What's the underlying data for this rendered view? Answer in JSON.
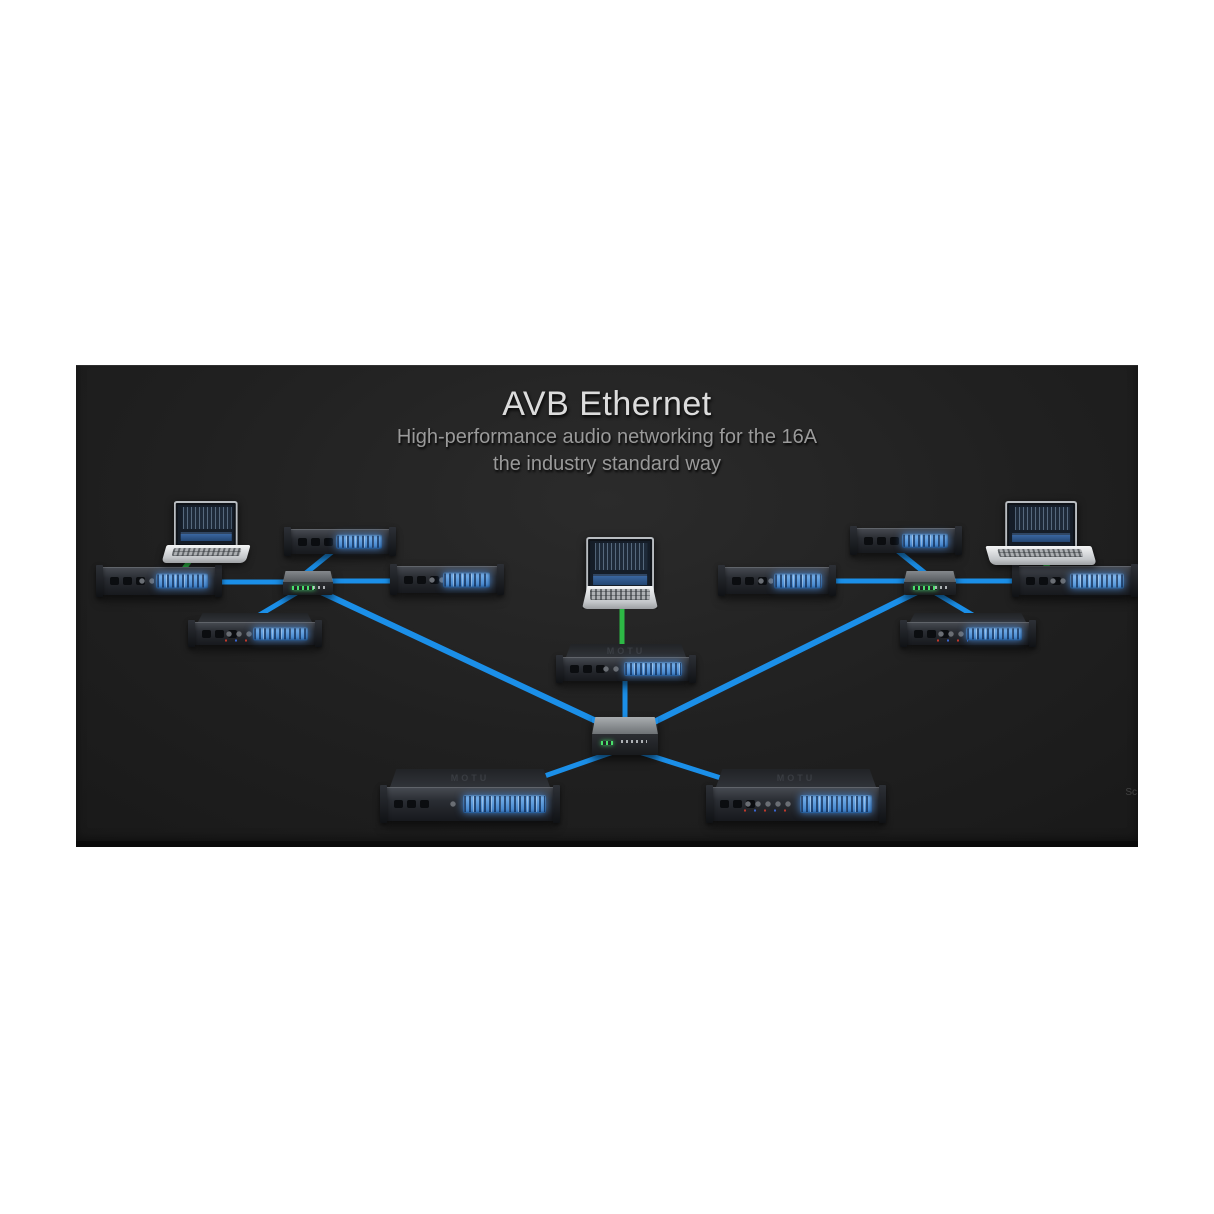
{
  "banner": {
    "title": "AVB Ethernet",
    "subtitle_line1": "High-performance audio networking for the 16A",
    "subtitle_line2": "the industry standard way",
    "watermark_fragment": "Sc",
    "background": "#1d1d1d"
  },
  "brand_embossed": "MOTU",
  "colors": {
    "avb_cable_blue": "#1b8fe8",
    "ethernet_cable_green": "#2db845",
    "lcd_blue": "#4f93d9",
    "switch_led_green": "#49e06a",
    "title_text": "#dcdcdc",
    "subtitle_text": "#9a9a9a"
  },
  "diagram": {
    "type": "network-topology",
    "description": "Star AVB Ethernet audio network: three AVB switches (left, right, central) linking MOTU rack audio interfaces and laptops running audio software",
    "nodes": [
      {
        "id": "laptop-left",
        "type": "laptop",
        "detail": "running audio mixer software"
      },
      {
        "id": "interface-left-main",
        "type": "audio-interface",
        "detail": "1U rack with blue LCD meters"
      },
      {
        "id": "interface-left-top",
        "type": "audio-interface",
        "detail": "1U rack with blue LCD meters"
      },
      {
        "id": "interface-left-right",
        "type": "audio-interface",
        "detail": "1U rack with blue LCD meters"
      },
      {
        "id": "interface-left-bottom",
        "type": "audio-interface",
        "detail": "1U rack with knobs and blue LCD meters"
      },
      {
        "id": "switch-left",
        "type": "avb-switch",
        "detail": "desktop switch with green LEDs"
      },
      {
        "id": "laptop-center",
        "type": "laptop",
        "detail": "running audio mixer software"
      },
      {
        "id": "interface-center",
        "type": "audio-interface",
        "detail": "1U rack with blue LCD meters"
      },
      {
        "id": "switch-central",
        "type": "avb-switch",
        "detail": "central desktop switch with green LEDs"
      },
      {
        "id": "interface-bottom-left",
        "type": "audio-interface",
        "detail": "1U MOTU rack with blue LCD meters"
      },
      {
        "id": "interface-bottom-right",
        "type": "audio-interface",
        "detail": "1U MOTU rack with knob row and blue LCD meters"
      },
      {
        "id": "interface-right-left",
        "type": "audio-interface",
        "detail": "1U rack with blue LCD meters"
      },
      {
        "id": "interface-right-top",
        "type": "audio-interface",
        "detail": "1U rack with blue LCD meters"
      },
      {
        "id": "interface-right-main",
        "type": "audio-interface",
        "detail": "1U rack with bright blue LCD meters"
      },
      {
        "id": "interface-right-bottom",
        "type": "audio-interface",
        "detail": "1U rack with knobs and blue LCD meters"
      },
      {
        "id": "switch-right",
        "type": "avb-switch",
        "detail": "desktop switch with green LEDs"
      },
      {
        "id": "laptop-right",
        "type": "laptop",
        "detail": "running audio mixer software"
      }
    ],
    "edges": [
      {
        "from": "laptop-left",
        "to": "interface-left-main",
        "cable": "green-ethernet"
      },
      {
        "from": "interface-left-main",
        "to": "switch-left",
        "cable": "blue-avb"
      },
      {
        "from": "interface-left-top",
        "to": "switch-left",
        "cable": "blue-avb"
      },
      {
        "from": "interface-left-right",
        "to": "switch-left",
        "cable": "blue-avb"
      },
      {
        "from": "interface-left-bottom",
        "to": "switch-left",
        "cable": "blue-avb"
      },
      {
        "from": "switch-left",
        "to": "switch-central",
        "cable": "blue-avb"
      },
      {
        "from": "laptop-center",
        "to": "interface-center",
        "cable": "green-ethernet"
      },
      {
        "from": "interface-center",
        "to": "switch-central",
        "cable": "blue-avb"
      },
      {
        "from": "laptop-right",
        "to": "interface-right-main",
        "cable": "green-ethernet"
      },
      {
        "from": "interface-right-main",
        "to": "switch-right",
        "cable": "blue-avb"
      },
      {
        "from": "interface-right-top",
        "to": "switch-right",
        "cable": "blue-avb"
      },
      {
        "from": "interface-right-left",
        "to": "switch-right",
        "cable": "blue-avb"
      },
      {
        "from": "interface-right-bottom",
        "to": "switch-right",
        "cable": "blue-avb"
      },
      {
        "from": "switch-right",
        "to": "switch-central",
        "cable": "blue-avb"
      },
      {
        "from": "switch-central",
        "to": "interface-bottom-left",
        "cable": "blue-avb"
      },
      {
        "from": "switch-central",
        "to": "interface-bottom-right",
        "cable": "blue-avb"
      }
    ]
  }
}
